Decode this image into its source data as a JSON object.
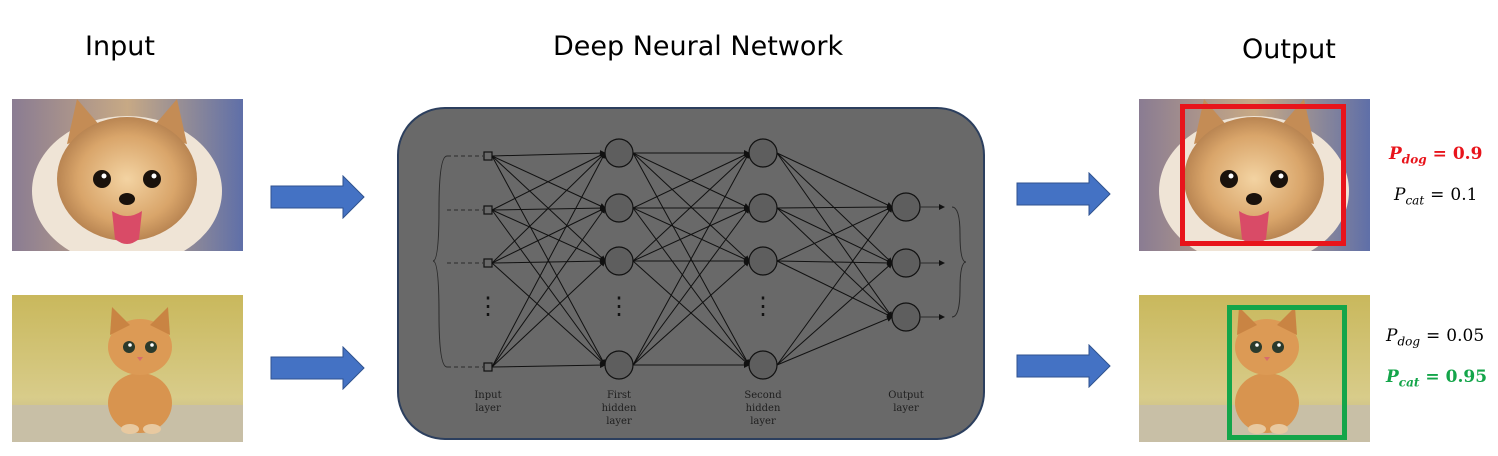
{
  "headings": {
    "input": "Input",
    "network": "Deep Neural Network",
    "output": "Output"
  },
  "images": {
    "input_dog": "pomeranian-dog-photo",
    "input_cat": "orange-kitten-photo",
    "output_dog": "pomeranian-dog-photo",
    "output_cat": "orange-kitten-photo"
  },
  "network": {
    "layers": [
      {
        "label_lines": [
          "Input",
          "layer"
        ]
      },
      {
        "label_lines": [
          "First",
          "hidden",
          "layer"
        ]
      },
      {
        "label_lines": [
          "Second",
          "hidden",
          "layer"
        ]
      },
      {
        "label_lines": [
          "Output",
          "layer"
        ]
      }
    ],
    "ellipsis": "⋮"
  },
  "detections": [
    {
      "box_color": "#e8141b",
      "dog": {
        "symbol": "P",
        "sub": "dog",
        "eq": "=",
        "value": "0.9",
        "color": "#e8141b",
        "bold": true
      },
      "cat": {
        "symbol": "P",
        "sub": "cat",
        "eq": "=",
        "value": "0.1",
        "color": "#000000",
        "bold": false
      }
    },
    {
      "box_color": "#14a54a",
      "dog": {
        "symbol": "P",
        "sub": "dog",
        "eq": "=",
        "value": "0.05",
        "color": "#000000",
        "bold": false
      },
      "cat": {
        "symbol": "P",
        "sub": "cat",
        "eq": "=",
        "value": "0.95",
        "color": "#14a54a",
        "bold": true
      }
    }
  ],
  "colors": {
    "arrow": "#4472c4",
    "arrow_border": "#2f528f",
    "panel": "#696969"
  }
}
